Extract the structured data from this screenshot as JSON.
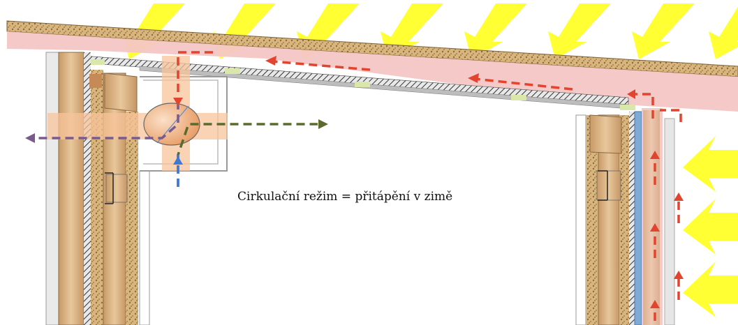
{
  "caption": "Cirkulační režim = přitápění v zimě",
  "colors": {
    "sun": "#ffff33",
    "air_gap": "#f6c8c6",
    "insulation": "#d8b27c",
    "timber": "#dfb98a",
    "supply_arrow": "#e2452f",
    "intake_arrow": "#3f78d6",
    "room_arrow": "#5a6b2d",
    "exhaust_arrow": "#7a5a8e",
    "duct": "#f7c49a"
  },
  "icons": [
    "sun-ray-arrow",
    "air-flow-arrow",
    "fan-valve-icon",
    "spring-clip-icon"
  ]
}
